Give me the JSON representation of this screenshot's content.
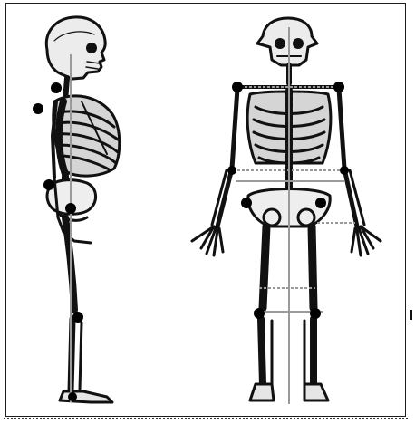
{
  "diagram": {
    "views": [
      {
        "id": "side-view",
        "orientation": "lateral"
      },
      {
        "id": "front-view",
        "orientation": "anterior"
      }
    ],
    "colors": {
      "bone": "#111111",
      "fill_light": "#e9e9e9",
      "marker": "#000000",
      "gravity_line": "#9a9a9a",
      "frame": "#1c1c1c"
    }
  }
}
